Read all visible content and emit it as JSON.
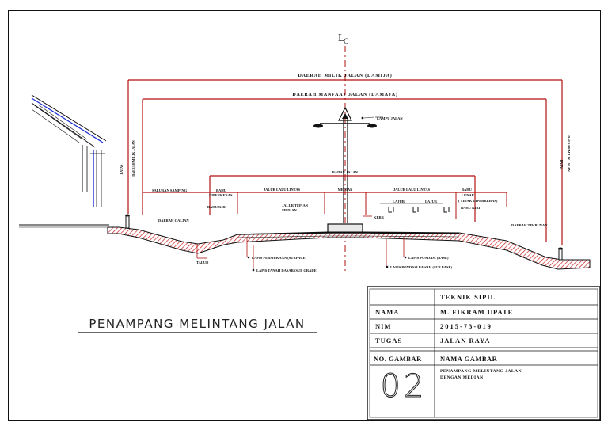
{
  "centerline_symbol": "L",
  "centerline_subscript": "C",
  "labels": {
    "damija": "DAERAH MILIK JALAN (DAMIJA)",
    "damaja": "DAERAH MANFAAT JALAN (DAMAJA)",
    "lampu": "LAMPU JALAN",
    "badan_jalan": "BADAN JALAN",
    "saluran_samping": "SALURAN SAMPING",
    "bahu_left": "BAHU",
    "diperkeras": "DIPERKERAS",
    "jalur_left": "JALUR LALU LINTAS",
    "median": "MEDIAN",
    "jalur_right": "JALUR LALU LINTAS",
    "bahu_right": "BAHU",
    "lunak": "LUNAK",
    "tidak_diperkeras": "( TIDAK DIPERKERAS)",
    "bahu_kiri": "BAHU KIRI",
    "jalur_tepian": "JALUR TEPIAN",
    "median2": "MEDIAN",
    "lajur1": "LAJUR",
    "lajur2": "LAJUR",
    "bahu_kiri2": "BAHU KIRI",
    "kerb": "KERB",
    "daerah_galian": "DAERAH GALIAN",
    "daerah_timbunan": "DAERAH TIMBUNAN",
    "talud": "TALUD",
    "surface": "LAPIS PERMUKAAN (SURFACE)",
    "subgrade": "LAPIS TANAH DASAR (SUB GRADE)",
    "base": "LAPIS PONDASI (BASE)",
    "subbase": "LAPIS PONDASI BAWAH (SUB BASE)",
    "damija_left_line1": "BATAS",
    "damija_left_line2": "DAERAH MILIK JALAN",
    "damija_right_line1": "BATAS",
    "damija_right_line2": "DAERAH MILIK JALAN"
  },
  "drawing_title": "PENAMPANG MELINTANG JALAN",
  "title_block": {
    "header": "TEKNIK SIPIL",
    "nama_label": "NAMA",
    "nama_value": "M. FIKRAM UPATE",
    "nim_label": "NIM",
    "nim_value": "2015-73-019",
    "tugas_label": "TUGAS",
    "tugas_value": "JALAN RAYA",
    "no_gambar_label": "NO. GAMBAR",
    "nama_gambar_label": "NAMA GAMBAR",
    "no_gambar_value": "02",
    "nama_gambar_line1": "PENAMPANG MELINTANG JALAN",
    "nama_gambar_line2": "DENGAN MEDIAN"
  },
  "colors": {
    "dimension_red": "#b31212",
    "hatch_red": "#cc2222",
    "line_black": "#111111",
    "roof_blue": "#1a2fd6"
  }
}
